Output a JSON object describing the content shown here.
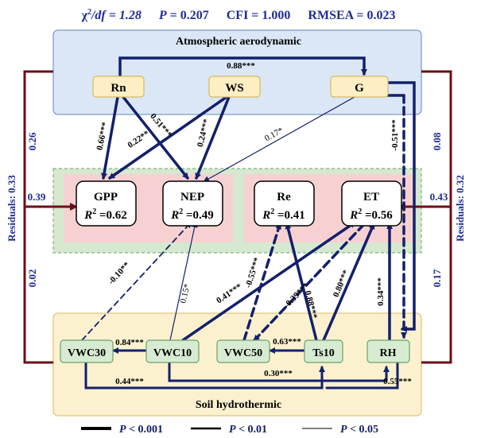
{
  "header": {
    "chi": "χ",
    "chi_sup": "2",
    "chi_df": "/df = 1.28",
    "p_letter": "P",
    "p_value": " = 0.207",
    "cfi": "CFI = 1.000",
    "rmsea": "RMSEA = 0.023"
  },
  "groups": {
    "atmospheric": "Atmospheric aerodynamic",
    "soil": "Soil hydrothermic"
  },
  "nodes": {
    "rn": "Rn",
    "ws": "WS",
    "g": "G",
    "gpp": "GPP",
    "nep": "NEP",
    "re": "Re",
    "et": "ET",
    "vwc30": "VWC30",
    "vwc10": "VWC10",
    "vwc50": "VWC50",
    "ts10": "Ts10",
    "rh": "RH"
  },
  "r2": {
    "r": "R",
    "sup": "2",
    "gpp": " =0.62",
    "nep": " =0.49",
    "re": " =0.41",
    "et": " =0.56"
  },
  "paths": {
    "rn_g": "0.88***",
    "rn_gpp": "0.66***",
    "rn_nep": "0.51***",
    "ws_gpp": "0.22**",
    "ws_nep": "0.24***",
    "g_nep": "0.17*",
    "g_rh": "-0.51***",
    "vwc30_nep": "-0.10**",
    "vwc10_vwc30": "0.84***",
    "vwc10_nep": "0.15*",
    "vwc10_et": "0.41***",
    "vwc50_re": "-0.55***",
    "et_vwc50": "-0.39***",
    "ts10_vwc50": "0.63***",
    "ts10_re": "0.88***",
    "ts10_et": "0.80***",
    "rh_et": "0.34***",
    "vwc30_ts10": "0.44***",
    "vwc10_rh": "0.30***",
    "rh_ts10": "0.55***"
  },
  "side": {
    "left_top": "0.26",
    "left_mid": "0.39",
    "left_bottom": "0.02",
    "left_resid": "Residuals: 0.33",
    "right_top": "0.08",
    "right_mid": "0.43",
    "right_bottom": "0.17",
    "right_resid": "Residuals: 0.32"
  },
  "legend": {
    "p": "P",
    "l1": " < 0.001",
    "l2": " < 0.01",
    "l3": " < 0.05"
  },
  "colors": {
    "arrow": "#13206b",
    "side_line": "#6b0f16",
    "label_blue": "#1f2d91",
    "atm_fill": "#dbe7f6",
    "soil_fill": "#fbf1cf",
    "node_fill": "#fdeec3",
    "green_node": "#d7ebd2"
  }
}
